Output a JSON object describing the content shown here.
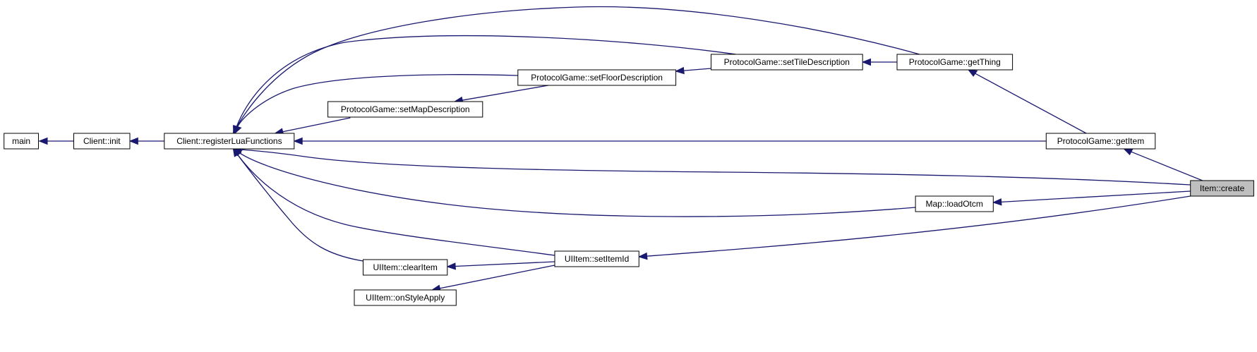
{
  "graph": {
    "nodes": [
      {
        "id": "main",
        "label": "main"
      },
      {
        "id": "client_init",
        "label": "Client::init"
      },
      {
        "id": "register",
        "label": "Client::registerLuaFunctions"
      },
      {
        "id": "setMapDescription",
        "label": "ProtocolGame::setMapDescription"
      },
      {
        "id": "setFloorDescription",
        "label": "ProtocolGame::setFloorDescription"
      },
      {
        "id": "setTileDescription",
        "label": "ProtocolGame::setTileDescription"
      },
      {
        "id": "getThing",
        "label": "ProtocolGame::getThing"
      },
      {
        "id": "getItem",
        "label": "ProtocolGame::getItem"
      },
      {
        "id": "loadOtcm",
        "label": "Map::loadOtcm"
      },
      {
        "id": "setItemId",
        "label": "UIItem::setItemId"
      },
      {
        "id": "clearItem",
        "label": "UIItem::clearItem"
      },
      {
        "id": "onStyleApply",
        "label": "UIItem::onStyleApply"
      },
      {
        "id": "create",
        "label": "Item::create",
        "highlighted": true
      }
    ],
    "edges": [
      {
        "from": "client_init",
        "to": "main"
      },
      {
        "from": "register",
        "to": "client_init"
      },
      {
        "from": "setMapDescription",
        "to": "register"
      },
      {
        "from": "setFloorDescription",
        "to": "setMapDescription"
      },
      {
        "from": "setFloorDescription",
        "to": "register"
      },
      {
        "from": "setTileDescription",
        "to": "setFloorDescription"
      },
      {
        "from": "setTileDescription",
        "to": "register"
      },
      {
        "from": "getThing",
        "to": "setTileDescription"
      },
      {
        "from": "getThing",
        "to": "register"
      },
      {
        "from": "getItem",
        "to": "getThing"
      },
      {
        "from": "getItem",
        "to": "register"
      },
      {
        "from": "create",
        "to": "getItem"
      },
      {
        "from": "create",
        "to": "register"
      },
      {
        "from": "create",
        "to": "loadOtcm"
      },
      {
        "from": "create",
        "to": "setItemId"
      },
      {
        "from": "loadOtcm",
        "to": "register"
      },
      {
        "from": "setItemId",
        "to": "register"
      },
      {
        "from": "setItemId",
        "to": "clearItem"
      },
      {
        "from": "setItemId",
        "to": "onStyleApply"
      },
      {
        "from": "clearItem",
        "to": "register"
      }
    ],
    "colors": {
      "edge": "#191970",
      "highlight_fill": "#bfbfbf",
      "node_border": "#000000"
    }
  }
}
